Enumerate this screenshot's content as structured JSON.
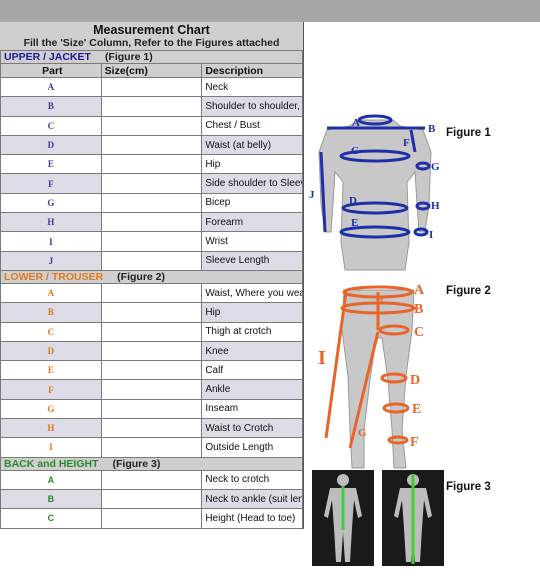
{
  "title": "Measurement Chart",
  "subtitle": "Fill the 'Size' Column,  Refer to the Figures attached",
  "upper": {
    "label": "UPPER / JACKET",
    "figure": "(Figure 1)",
    "columns": [
      "Part",
      "Size(cm)",
      "Description"
    ],
    "rows": [
      {
        "code": "A",
        "desc": "Neck"
      },
      {
        "code": "B",
        "desc": "Shoulder to shoulder, across back"
      },
      {
        "code": "C",
        "desc": "Chest / Bust"
      },
      {
        "code": "D",
        "desc": "Waist (at belly)"
      },
      {
        "code": "E",
        "desc": "Hip"
      },
      {
        "code": "F",
        "desc": "Side shoulder to Sleeve"
      },
      {
        "code": "G",
        "desc": "Bicep"
      },
      {
        "code": "H",
        "desc": "Forearm"
      },
      {
        "code": "I",
        "desc": "Wrist"
      },
      {
        "code": "J",
        "desc": "Sleeve Length"
      }
    ]
  },
  "lower": {
    "label": "LOWER / TROUSER",
    "figure": "(Figure 2)",
    "rows": [
      {
        "code": "A",
        "desc": "Waist, Where you wear you trouser"
      },
      {
        "code": "B",
        "desc": "Hip"
      },
      {
        "code": "C",
        "desc": "Thigh at crotch"
      },
      {
        "code": "D",
        "desc": "Knee"
      },
      {
        "code": "E",
        "desc": "Calf"
      },
      {
        "code": "F",
        "desc": "Ankle"
      },
      {
        "code": "G",
        "desc": "Inseam"
      },
      {
        "code": "H",
        "desc": "Waist to Crotch"
      },
      {
        "code": "I",
        "desc": "Outside Length"
      }
    ]
  },
  "back": {
    "label": "BACK and HEIGHT",
    "figure": "(Figure 3)",
    "rows": [
      {
        "code": "A",
        "desc": "Neck to crotch"
      },
      {
        "code": "B",
        "desc": "Neck to ankle (suit length)"
      },
      {
        "code": "C",
        "desc": "Height (Head to toe)"
      }
    ]
  },
  "figures": {
    "fig1": "Figure 1",
    "fig2": "Figure 2",
    "fig3": "Figure 3",
    "fig1_marks": [
      "A",
      "B",
      "C",
      "D",
      "E",
      "F",
      "G",
      "H",
      "I",
      "J"
    ],
    "fig2_marks": [
      "A",
      "B",
      "C",
      "D",
      "E",
      "F",
      "G",
      "H",
      "I"
    ]
  },
  "colors": {
    "upper_accent": "#1a1a9a",
    "lower_accent": "#e07a1e",
    "back_accent": "#2a8a2a",
    "fig1_lines": "#1f2fa8",
    "fig2_lines": "#e8652a"
  }
}
